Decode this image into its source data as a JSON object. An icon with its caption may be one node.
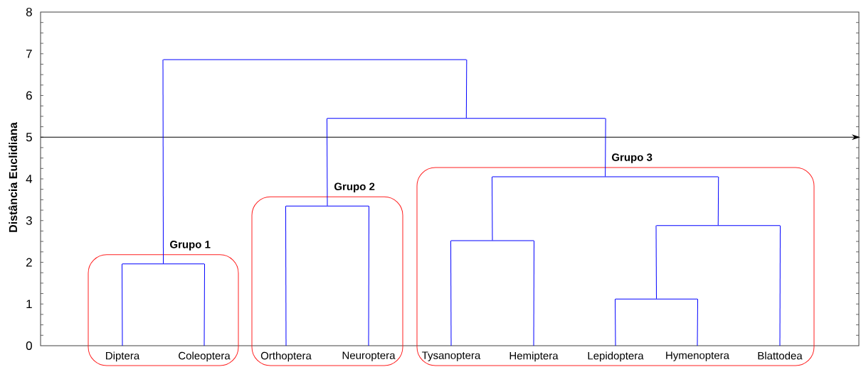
{
  "diagram": {
    "nodes": [
      {
        "text": [],
        "shape": "bar"
      },
      {
        "text": [],
        "shape": "bar"
      },
      {
        "text": [
          "Grupo 1"
        ]
      },
      {
        "text": [],
        "shape": "bar",
        "in": 2
      },
      {
        "text": [
          "Diptera"
        ],
        "in": 2
      },
      {
        "text": [
          "Coleoptera"
        ],
        "in": 2
      },
      {
        "text": [
          "Grupo 2"
        ]
      },
      {
        "text": [],
        "shape": "bar",
        "in": 6
      },
      {
        "text": [
          "Orthoptera"
        ],
        "in": 6
      },
      {
        "text": [
          "Neuroptera"
        ],
        "in": 6
      },
      {
        "text": [
          "Grupo 3"
        ]
      },
      {
        "text": [],
        "shape": "bar",
        "in": 10
      },
      {
        "text": [],
        "shape": "bar",
        "in": 10
      },
      {
        "text": [],
        "shape": "bar",
        "in": 10
      },
      {
        "text": [],
        "shape": "bar",
        "in": 10
      },
      {
        "text": [
          "Tysanoptera"
        ],
        "in": 10
      },
      {
        "text": [
          "Hemiptera"
        ],
        "in": 10
      },
      {
        "text": [
          "Lepidoptera"
        ],
        "in": 10
      },
      {
        "text": [
          "Hymenoptera"
        ],
        "in": 10
      },
      {
        "text": [
          "Blattodea"
        ],
        "in": 10
      }
    ],
    "edges": [
      {
        "from": 0,
        "to": 3,
        "arrow": "none"
      },
      {
        "from": 0,
        "to": 1,
        "arrow": "none"
      },
      {
        "from": 1,
        "to": 7,
        "arrow": "none"
      },
      {
        "from": 1,
        "to": 11,
        "arrow": "none"
      },
      {
        "from": 3,
        "to": 4,
        "arrow": "none"
      },
      {
        "from": 3,
        "to": 5,
        "arrow": "none"
      },
      {
        "from": 7,
        "to": 8,
        "arrow": "none"
      },
      {
        "from": 7,
        "to": 9,
        "arrow": "none"
      },
      {
        "from": 11,
        "to": 12,
        "arrow": "none"
      },
      {
        "from": 11,
        "to": 13,
        "arrow": "none"
      },
      {
        "from": 12,
        "to": 15,
        "arrow": "none"
      },
      {
        "from": 12,
        "to": 16,
        "arrow": "none"
      },
      {
        "from": 13,
        "to": 14,
        "arrow": "none"
      },
      {
        "from": 13,
        "to": 19,
        "arrow": "none"
      },
      {
        "from": 14,
        "to": 17,
        "arrow": "none"
      },
      {
        "from": 14,
        "to": 18,
        "arrow": "none"
      }
    ],
    "labels": [
      "Distância Euclidiana",
      "8",
      "7",
      "6",
      "5",
      "4",
      "3",
      "2",
      "1",
      "0"
    ]
  }
}
